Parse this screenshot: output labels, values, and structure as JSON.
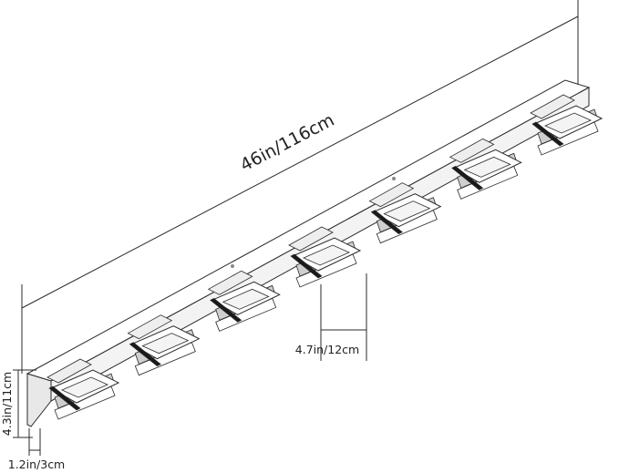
{
  "dimensions": {
    "length": "46in/116cm",
    "spacing": "4.7in/12cm",
    "height": "4.3in/11cm",
    "depth": "1.2in/3cm"
  },
  "fixture": {
    "light_count": 7,
    "colors": {
      "line": "#2a2a2a",
      "bar_face": "#ffffff",
      "bar_shadow": "#d9d9d9",
      "acrylic_top": "#eeeeee",
      "acrylic_edge": "#cfcfcf",
      "led_panel": "#f4f4f4",
      "chrome_dark": "#1a1a1a"
    }
  }
}
